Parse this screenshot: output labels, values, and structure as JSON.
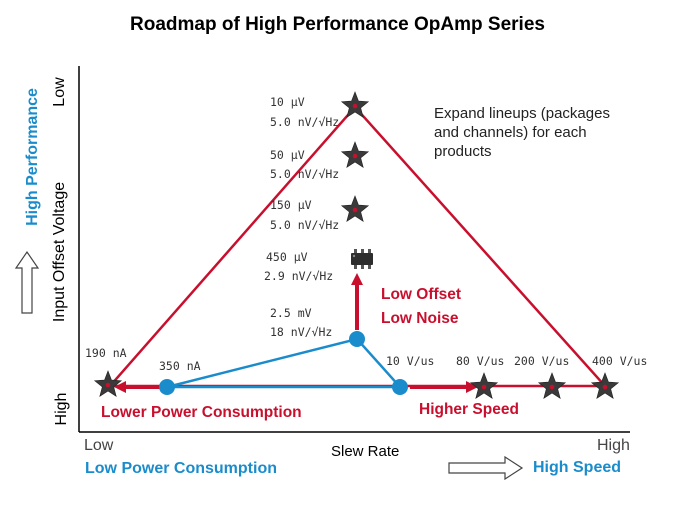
{
  "title": "Roadmap of High Performance OpAmp Series",
  "colors": {
    "red": "#c8102e",
    "blue": "#1a8ccc",
    "star": "#3a3a3a",
    "axis": "#000000"
  },
  "axes": {
    "y_label": "Input Offset Voltage",
    "y_top": "Low",
    "y_bottom": "High",
    "y_side_label": "High Performance",
    "x_label": "Slew Rate",
    "x_left": "Low",
    "x_right": "High",
    "x_bottom_left": "Low Power Consumption",
    "x_bottom_right": "High Speed"
  },
  "specs": [
    {
      "line1": "10 μV",
      "line2": "5.0 nV/√Hz"
    },
    {
      "line1": "50 μV",
      "line2": "5.0 nV/√Hz"
    },
    {
      "line1": "150 μV",
      "line2": "5.0 nV/√Hz"
    },
    {
      "line1": "450 μV",
      "line2": "2.9 nV/√Hz"
    },
    {
      "line1": "2.5 mV",
      "line2": "18 nV/√Hz"
    }
  ],
  "current_labels": {
    "a": "190 nA",
    "b": "350 nA"
  },
  "speed_labels": {
    "a": "10 V/us",
    "b": "80 V/us",
    "c": "200 V/us",
    "d": "400 V/us"
  },
  "annotations": {
    "low_offset": "Low Offset",
    "low_noise": "Low Noise",
    "lower_power": "Lower Power Consumption",
    "higher_speed": "Higher Speed",
    "expand": [
      "Expand lineups (packages",
      "and channels) for each",
      "products"
    ]
  }
}
